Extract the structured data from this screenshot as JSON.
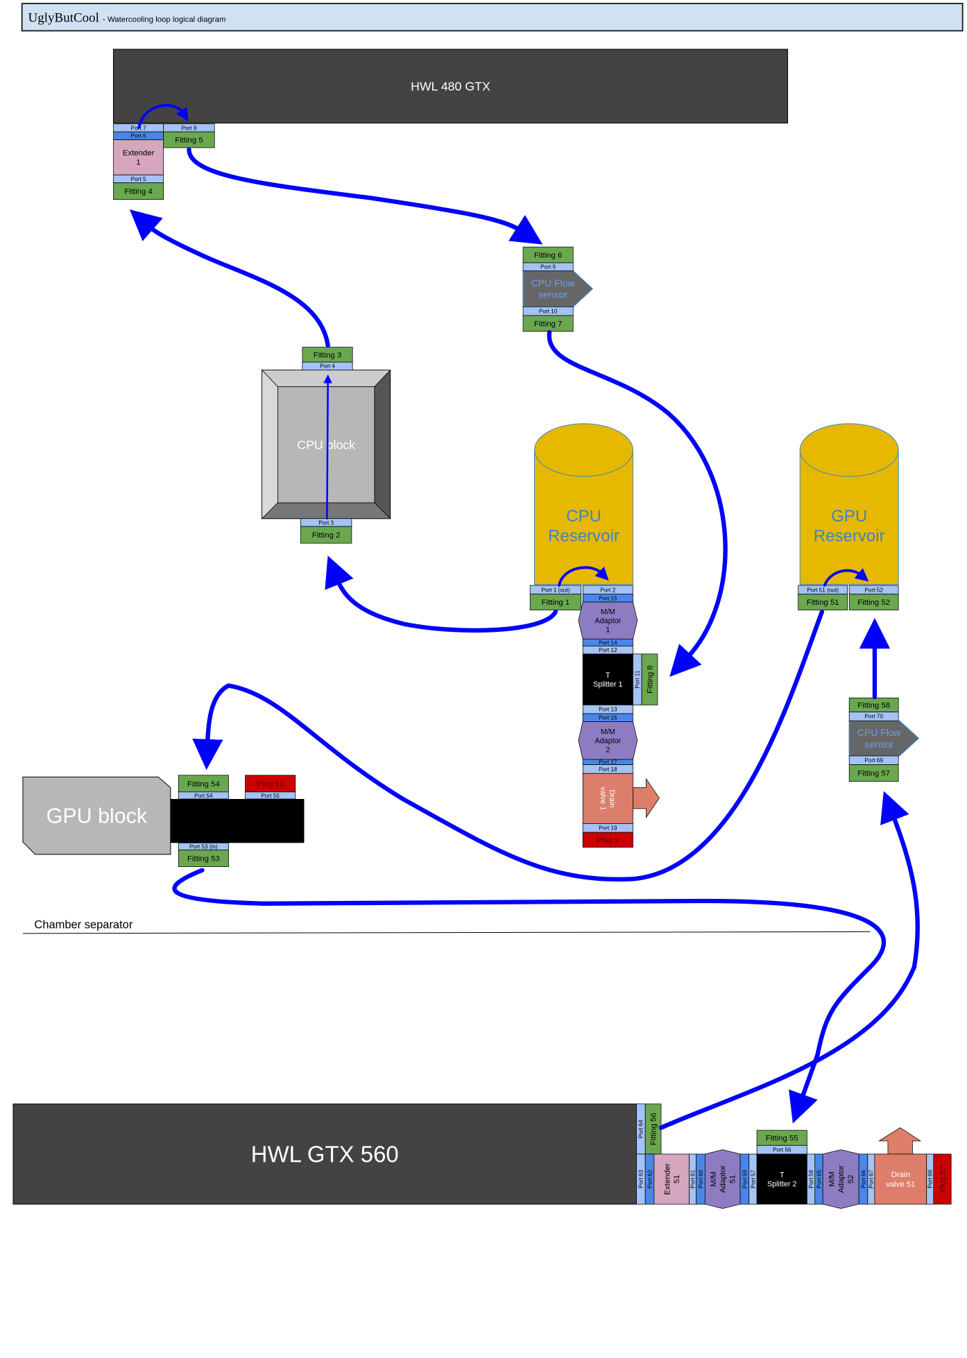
{
  "title": {
    "app": "UglyButCool",
    "subtitle": "- Watercooling loop logical diagram"
  },
  "colors": {
    "title_bg": "#cfe2f3",
    "radiator": "#434343",
    "port_light": "#a4c2f4",
    "port_dark": "#4a86e8",
    "fitting": "#6aa84f",
    "extender": "#d5a6bd",
    "adaptor": "#8e7cc3",
    "splitter": "#000000",
    "drain": "#dd7e6b",
    "plug": "#cc0000",
    "reservoir": "#e6b800",
    "reservoir_text": "#3d85c6",
    "sensor": "#666666",
    "sensor_text": "#6d9eeb",
    "block": "#b7b7b7",
    "pipe": "#0000ff"
  },
  "labels": {
    "hwl_480": [
      "HWL 480 GTX"
    ],
    "hwl_560": [
      "HWL GTX 560"
    ],
    "port_7": [
      "Port 7"
    ],
    "port_6": [
      "Port 6"
    ],
    "extender_1": [
      "Extender",
      "1"
    ],
    "port_5": [
      "Port 5"
    ],
    "fitting_4": [
      "Fitting 4"
    ],
    "port_8": [
      "Port 8"
    ],
    "fitting_5": [
      "Fitting 5"
    ],
    "fitting_6": [
      "Fitting 6"
    ],
    "port_9": [
      "Port 9"
    ],
    "cpu_flow_sensor": [
      "CPU Flow",
      "sensor"
    ],
    "port_10": [
      "Port 10"
    ],
    "fitting_7": [
      "Fitting 7"
    ],
    "fitting_3": [
      "Fitting 3"
    ],
    "port_4": [
      "Port 4"
    ],
    "cpu_block": [
      "CPU block"
    ],
    "port_3": [
      "Port 3"
    ],
    "fitting_2": [
      "Fitting 2"
    ],
    "cpu_reservoir": [
      "CPU",
      "Reservoir"
    ],
    "gpu_reservoir": [
      "GPU",
      "Reservoir"
    ],
    "port_1": [
      "Port 1 (out)"
    ],
    "fitting_1": [
      "Fitting 1"
    ],
    "port_2": [
      "Port 2"
    ],
    "port_15": [
      "Port 15"
    ],
    "mm_adaptor_1": [
      "M/M",
      "Adaptor",
      "1"
    ],
    "port_14": [
      "Port 14"
    ],
    "port_12": [
      "Port 12"
    ],
    "t_splitter_1": [
      "T",
      "Splitter 1"
    ],
    "port_11": [
      "Port 11"
    ],
    "fitting_8": [
      "Fitting 8"
    ],
    "port_13": [
      "Port 13"
    ],
    "port_16": [
      "Port 16"
    ],
    "mm_adaptor_2": [
      "M/M",
      "Adaptor",
      "2"
    ],
    "port_17": [
      "Port 17"
    ],
    "port_18": [
      "Port 18"
    ],
    "drain_valve_1": [
      "Drain",
      "valve 1"
    ],
    "port_19": [
      "Port 19"
    ],
    "plug_2": [
      "Plug 2"
    ],
    "port_51": [
      "Port 51 (out)"
    ],
    "fitting_51": [
      "Fitting 51"
    ],
    "port_52": [
      "Port 52"
    ],
    "fitting_52": [
      "Fitting 52"
    ],
    "fitting_58": [
      "Fitting 58"
    ],
    "port_70": [
      "Port 70"
    ],
    "gpu_flow_sensor": [
      "CPU Flow",
      "sensor"
    ],
    "port_69": [
      "Port 69"
    ],
    "fitting_57": [
      "Fitting 57"
    ],
    "gpu_block": [
      "GPU block"
    ],
    "fitting_54": [
      "Fitting 54"
    ],
    "port_54": [
      "Port 54"
    ],
    "plug_51": [
      "Plug 51"
    ],
    "port_55": [
      "Port 55"
    ],
    "port_53": [
      "Port 53 (in)"
    ],
    "fitting_53": [
      "Fitting 53"
    ],
    "chamber_separator": [
      "Chamber separator"
    ],
    "port_64": [
      "Port 64"
    ],
    "fitting_56": [
      "Fitting 56"
    ],
    "port_63": [
      "Port 63"
    ],
    "port_62": [
      "Port 62"
    ],
    "extender_51": [
      "Extender",
      "51"
    ],
    "port_61": [
      "Port 61"
    ],
    "port_60": [
      "Port 60"
    ],
    "mm_adaptor_51": [
      "M/M",
      "Adaptor",
      "51"
    ],
    "port_59": [
      "Port 59"
    ],
    "port_57": [
      "Port 57"
    ],
    "t_splitter_2": [
      "T",
      "Splitter 2"
    ],
    "port_56": [
      "Port 56"
    ],
    "fitting_55": [
      "Fitting 55"
    ],
    "port_58": [
      "Port 58"
    ],
    "port_65": [
      "Port 65"
    ],
    "mm_adaptor_52": [
      "M/M",
      "Adaptor",
      "52"
    ],
    "port_66": [
      "Port 66"
    ],
    "port_67": [
      "Port 67"
    ],
    "drain_valve_51": [
      "Drain",
      "valve 51"
    ],
    "port_68": [
      "Port 68"
    ],
    "plug_52": [
      "Plug 52"
    ]
  }
}
